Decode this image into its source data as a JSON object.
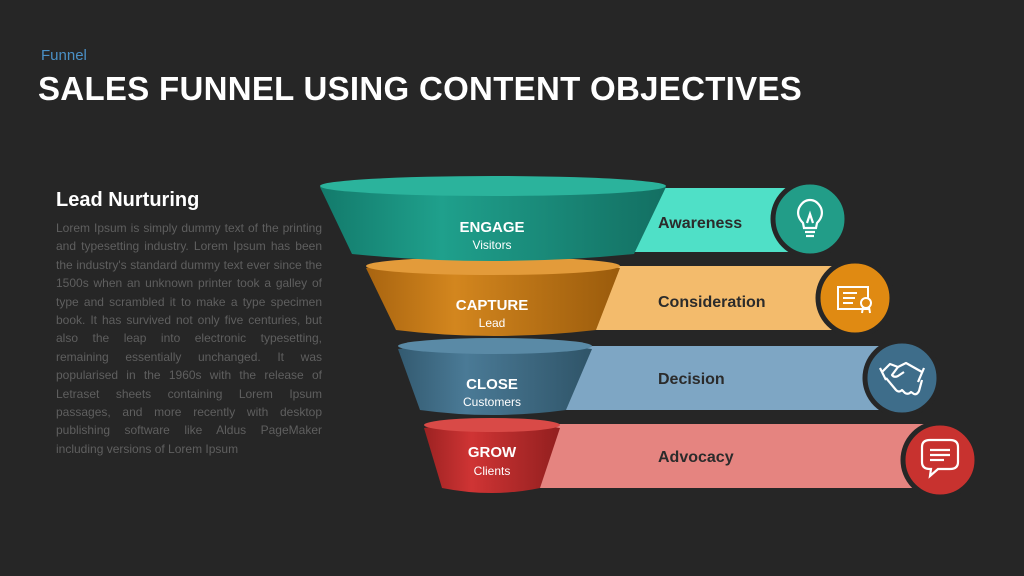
{
  "header": {
    "kicker": "Funnel",
    "title": "SALES FUNNEL USING CONTENT OBJECTIVES"
  },
  "sidebar": {
    "heading": "Lead Nurturing",
    "body": "Lorem Ipsum is simply dummy text of the printing and typesetting industry. Lorem Ipsum has been the industry's standard dummy text ever since the 1500s when an unknown printer took a galley of type and scrambled it to make a type specimen book. It has survived not only five centuries, but also the leap into electronic typesetting, remaining essentially unchanged. It was popularised in the 1960s with the release of Letraset sheets containing Lorem Ipsum passages, and more recently with desktop publishing software like Aldus PageMaker including versions of Lorem Ipsum"
  },
  "funnel": {
    "stages": [
      {
        "title": "ENGAGE",
        "subtitle": "Visitors",
        "objective": "Awareness",
        "icon": "lightbulb-icon",
        "color": "#1a9a86",
        "band_color": "#4fe0c7",
        "ring_color": "#229d88"
      },
      {
        "title": "CAPTURE",
        "subtitle": "Lead",
        "objective": "Consideration",
        "icon": "certificate-icon",
        "color": "#c97a17",
        "band_color": "#f3bb6c",
        "ring_color": "#e08a12"
      },
      {
        "title": "CLOSE",
        "subtitle": "Customers",
        "objective": "Decision",
        "icon": "handshake-icon",
        "color": "#3f6c86",
        "band_color": "#7ea6c4",
        "ring_color": "#3e6d8a"
      },
      {
        "title": "GROW",
        "subtitle": "Clients",
        "objective": "Advocacy",
        "icon": "speech-bubble-icon",
        "color": "#c02e2e",
        "band_color": "#e58480",
        "ring_color": "#c8322f"
      }
    ]
  }
}
